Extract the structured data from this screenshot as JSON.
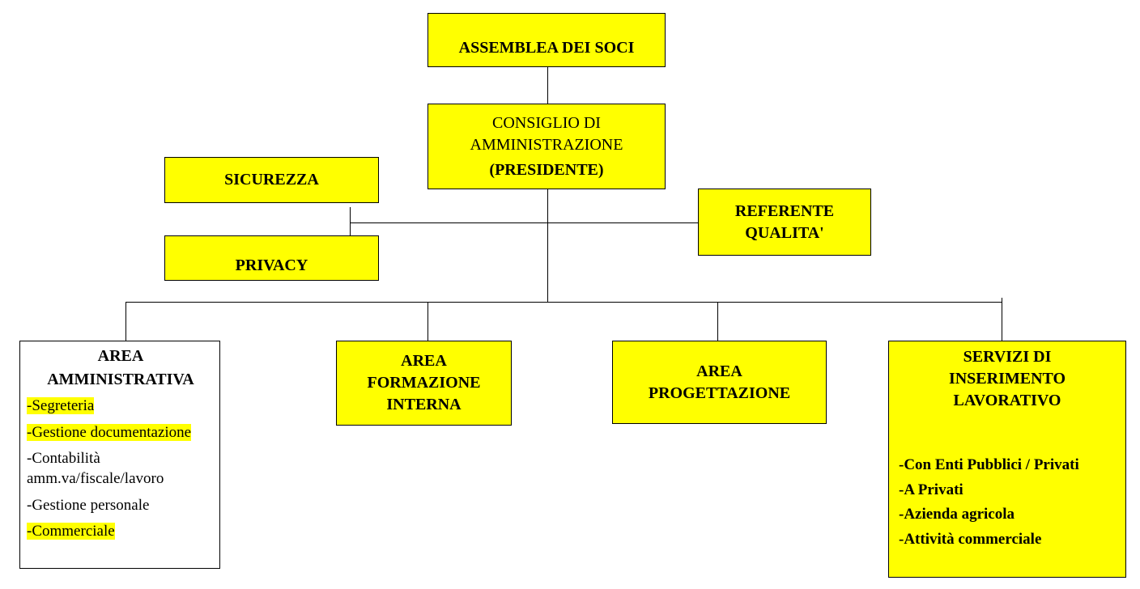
{
  "org": {
    "assemblea": "ASSEMBLEA DEI SOCI",
    "consiglio": {
      "line1": "CONSIGLIO DI",
      "line2": "AMMINISTRAZIONE",
      "line3": "(PRESIDENTE)"
    },
    "sicurezza": "SICUREZZA",
    "privacy": "PRIVACY",
    "referente": {
      "line1": "REFERENTE",
      "line2": "QUALITA'"
    },
    "area_amministrativa": {
      "title1": "AREA",
      "title2": "AMMINISTRATIVA",
      "items": [
        "-Segreteria",
        "-Gestione documentazione",
        "-Contabilità amm.va/fiscale/lavoro",
        "-Gestione personale",
        "-Commerciale"
      ]
    },
    "area_formazione": {
      "line1": "AREA",
      "line2": "FORMAZIONE",
      "line3": "INTERNA"
    },
    "area_progettazione": {
      "line1": "AREA",
      "line2": "PROGETTAZIONE"
    },
    "servizi": {
      "line1": "SERVIZI DI",
      "line2": "INSERIMENTO",
      "line3": "LAVORATIVO",
      "items": [
        "-Con Enti Pubblici / Privati",
        "-A Privati",
        "-Azienda agricola",
        "-Attività commerciale"
      ]
    }
  },
  "colors": {
    "box_fill": "#ffff00",
    "box_border": "#000000",
    "connector": "#000000"
  }
}
